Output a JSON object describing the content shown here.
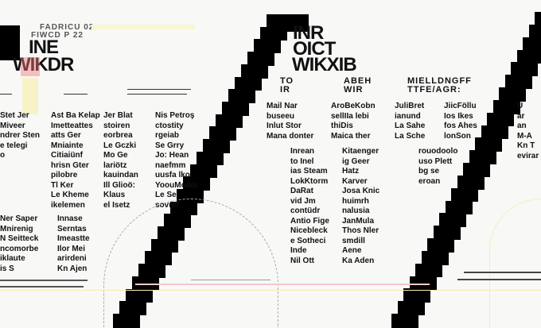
{
  "header_left": {
    "kicker_1": "FADRICU 02",
    "kicker_2": "FIWCD P 22",
    "title_1": "INE",
    "title_2": "WIKDR"
  },
  "header_center": {
    "title_1": "INR",
    "title_2": "OICT",
    "title_3": "WIKXIB"
  },
  "column_heads": [
    {
      "line1": "TO",
      "line2": "IR"
    },
    {
      "line1": "ABEH",
      "line2": "WIR"
    },
    {
      "line1": "MIELLDNGFF",
      "line2": "TTFE/AGR:"
    }
  ],
  "left_columns": [
    [
      "Stet Jer",
      "Miveer",
      "ndrer Sten",
      "e telegi",
      "o"
    ],
    [
      "Ast Ba Kelap",
      "Imetteattes",
      "atts Ger",
      "Mniainte",
      "Citiaiünf",
      "hrisn Gter",
      "pilobre",
      "Tl Ker",
      "Le Kheme",
      "ikelemen"
    ],
    [
      "Jer Blat",
      "stoiren",
      "eorbrea",
      "Le Gczki",
      "Mo Ge",
      "lariötz",
      "kauindan",
      "Ill Glioö:",
      "Klaus",
      "el Isetz"
    ],
    [
      "Nis Petroş",
      "ctostity",
      "rgeiab",
      "Se Grry",
      "Jo: Hean",
      "naefmm",
      "uusfa lko",
      "YoouMoiko",
      "Le Se",
      "sovref"
    ]
  ],
  "lower_left_columns": [
    [
      "Ner Saper",
      "Mnirenig",
      "N Seitteck",
      "ncomorbe",
      "iklaute",
      "is S"
    ],
    [
      "Innase",
      "Serntas",
      "Imeastte",
      "Ilor Mei",
      "arirdeni",
      "Kn Ajen"
    ]
  ],
  "center_columns": [
    [
      "Mail Nar",
      "buseeu",
      "Inlut Stor",
      "Mana donter"
    ],
    [
      "AroBeKobn",
      "sellIIa lebi",
      "thiDis",
      "Maica ther"
    ],
    [
      "JuliBret",
      "ianund",
      "La Sahe",
      "La Sche"
    ],
    [
      "JiicFöllu",
      "Ios Ikes",
      "fos Ahes",
      "lonSon"
    ]
  ],
  "center_lower_columns": [
    [
      "Inrean",
      "to Inel",
      "ias Steam",
      "LokKtorm",
      "DaRat",
      "vid Jm",
      "contüdr",
      "Antio Fige",
      "Nicebleck",
      "e Sotheci",
      "Inde",
      "Nil Ott"
    ],
    [
      "Kitaenger",
      "ig Geer",
      "Hatz",
      "Karver",
      "Josa Knic",
      "huimrh",
      "nalusia",
      "JanMula",
      "Thos Nler",
      "smdill",
      "Aene",
      "Ka Aden"
    ],
    [
      "rouodoolo",
      "uso Plett",
      "bg se",
      "eroan"
    ]
  ],
  "right_edge": [
    "U",
    "ar",
    "an",
    "M-A",
    "Kn T",
    "evirar"
  ]
}
